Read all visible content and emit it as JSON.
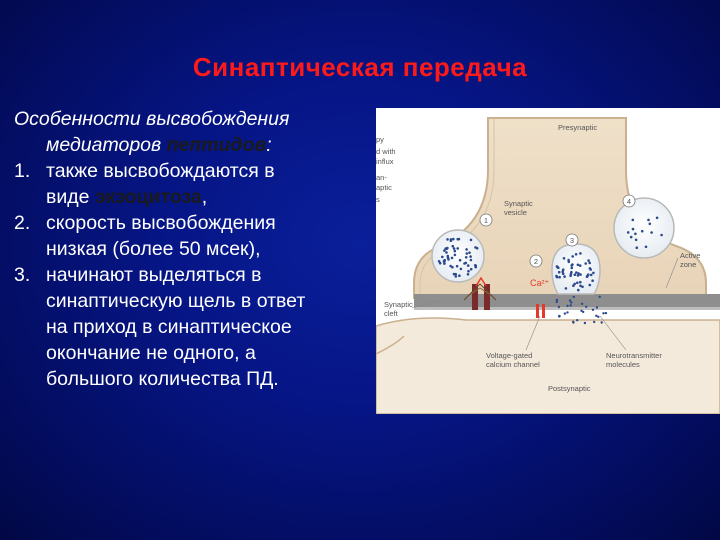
{
  "slide": {
    "title": "Синаптическая передача",
    "intro_line1": "Особенности высвобождения",
    "intro_line2_prefix": "медиаторов ",
    "intro_line2_bold": "пептидов",
    "intro_line2_suffix": ":",
    "items": [
      {
        "num": "1.",
        "line1": "также высвобождаются в",
        "line2_prefix": "виде ",
        "line2_bold": "экзоцитоза",
        "line2_suffix": ","
      },
      {
        "num": "2.",
        "line1": "скорость высвобождения",
        "line2": "низкая (более 50 мсек),"
      },
      {
        "num": "3.",
        "lines": [
          "начинают выделяться в",
          "синаптическую щель в ответ",
          "на приход в синаптическое",
          "окончание не одного, а",
          "большого количества ПД."
        ]
      }
    ]
  },
  "figure": {
    "labels": {
      "presynaptic": "Presynaptic",
      "synaptic_vesicle_1": "Synaptic",
      "synaptic_vesicle_2": "vesicle",
      "active_zone_1": "Active",
      "active_zone_2": "zone",
      "synaptic_cleft_1": "Synaptic",
      "synaptic_cleft_2": "cleft",
      "calcium": "Ca²⁺",
      "vg_channel_1": "Voltage-gated",
      "vg_channel_2": "calcium channel",
      "neurotransmitter_1": "Neurotransmitter",
      "neurotransmitter_2": "molecules",
      "postsynaptic": "Postsynaptic",
      "cut_text": [
        "py",
        "d with",
        "influx",
        "an-",
        "aptic",
        "s"
      ],
      "step1": "1",
      "step2": "2",
      "step3": "3",
      "step4": "4"
    },
    "colors": {
      "terminal_fill": "#eedcc4",
      "terminal_edge": "#c9b08f",
      "cleft": "#8e8e8e",
      "vesicle_dots": "#2b4a8c",
      "calcium": "#e23b2a"
    }
  }
}
